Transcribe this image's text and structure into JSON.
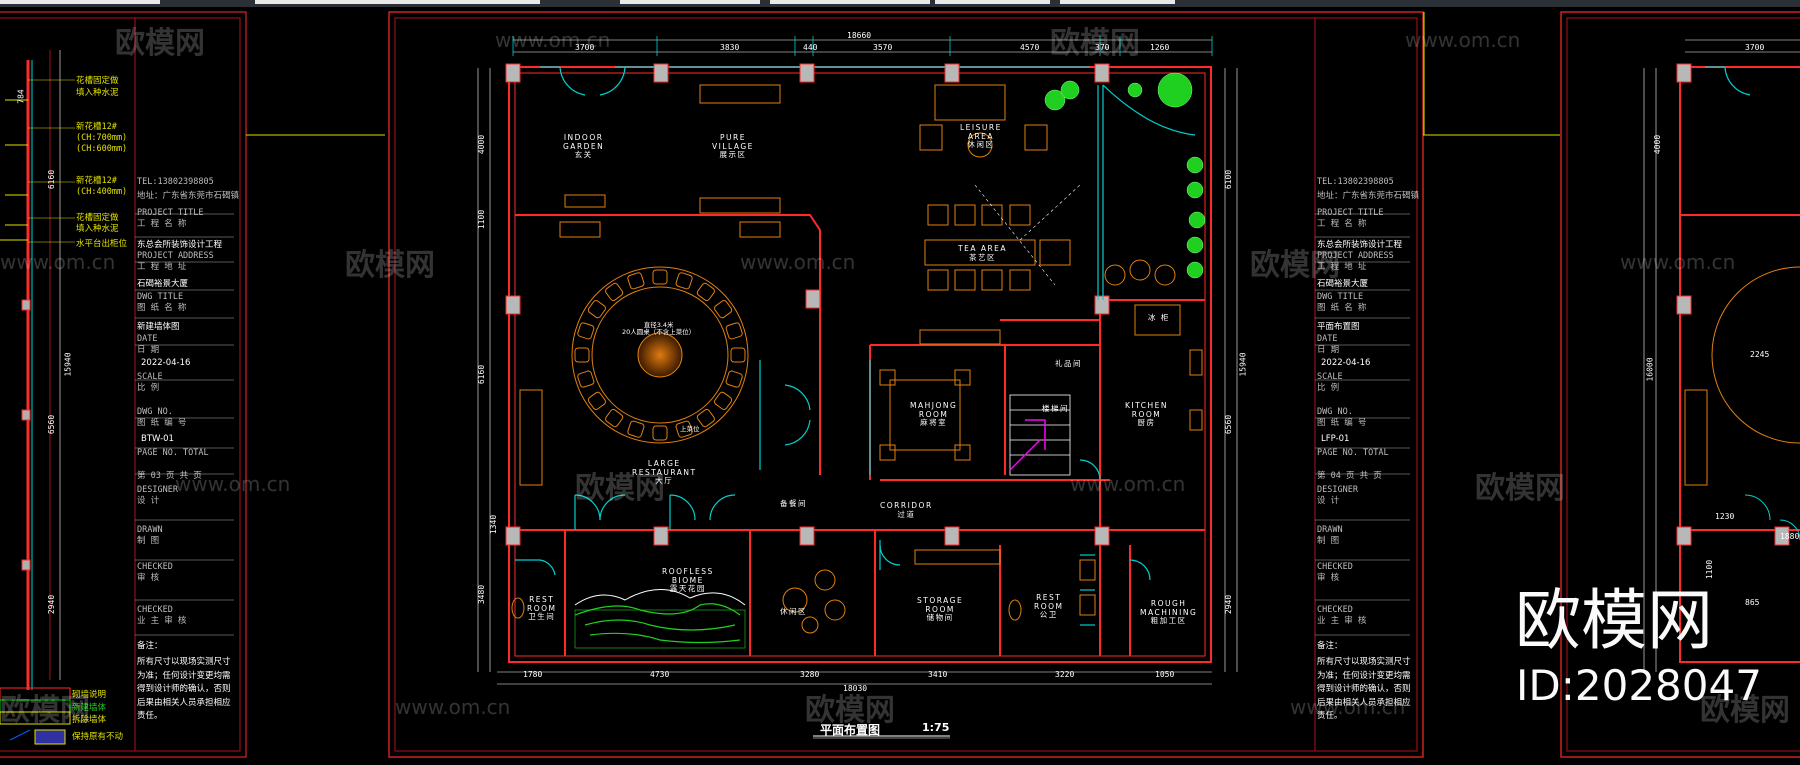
{
  "toolbar": {
    "height_note": ""
  },
  "plan": {
    "title": "平面布置图",
    "scale": "1:75",
    "dims_top": [
      "3700",
      "3830",
      "440",
      "3570",
      "4570",
      "370",
      "1260"
    ],
    "dim_top_total": "18660",
    "dims_bottom": [
      "1780",
      "4730",
      "3280",
      "3410",
      "3220",
      "1050"
    ],
    "dim_bottom_total": "18030",
    "dims_left": [
      "4000",
      "1100",
      "6160",
      "3480",
      "1340"
    ],
    "dims_right": [
      "6100",
      "6560",
      "2940"
    ],
    "dim_right_total": "15940",
    "rooms": {
      "indoor_garden": [
        "INDOOR",
        "GARDEN",
        "玄关"
      ],
      "pure_village": [
        "PURE",
        "VILLAGE",
        "展示区"
      ],
      "leisure_area": [
        "LEISURE",
        "AREA",
        "休闲区"
      ],
      "tea_area": [
        "TEA AREA",
        "茶艺区"
      ],
      "large_restaurant": [
        "LARGE",
        "RESTAURANT",
        "大厅"
      ],
      "mahjong_room": [
        "MAHJONG",
        "ROOM",
        "麻将室"
      ],
      "kitchen_room": [
        "KITCHEN",
        "ROOM",
        "厨房"
      ],
      "corridor": [
        "CORRIDOR",
        "过道"
      ],
      "roofless_biome": [
        "ROOFLESS",
        "BIOME",
        "露天花园"
      ],
      "rest_room_left": [
        "REST",
        "ROOM",
        "卫生间"
      ],
      "storage_room": [
        "STORAGE",
        "ROOM",
        "储物间"
      ],
      "rest_room_right": [
        "REST",
        "ROOM",
        "公卫"
      ],
      "rough_machining": [
        "ROUGH",
        "MACHINING",
        "粗加工区"
      ],
      "gift_room": "礼品间",
      "stair": "楼梯间",
      "fridge": "冰 柜",
      "leisure_small": "休闲区",
      "backup": "备餐间",
      "table_note": "直径3.4米\n20人圆桌（不含上菜位）",
      "table_side": "上菜位"
    }
  },
  "title_block_center": {
    "tel": "TEL:13802398805",
    "addr": "地址：广东省东莞市石碣镇",
    "project_title_en": "PROJECT TITLE",
    "project_title_cn": "工 程 名 称",
    "project_name": "东总会所装饰设计工程",
    "project_address_en": "PROJECT ADDRESS",
    "project_address_cn": "工 程 地 址",
    "address_val": "石碣裕景大厦",
    "dwg_title_en": "DWG TITLE",
    "dwg_title_cn": "图 纸 名 称",
    "dwg_title_val": "平面布置图",
    "date_en": "DATE",
    "date_cn": "日 期",
    "date_val": "2022-04-16",
    "scale_en": "SCALE",
    "scale_cn": "比 例",
    "dwg_no_en": "DWG NO.",
    "dwg_no_cn": "图 纸 编 号",
    "dwg_no_val": "LFP-01",
    "page_no": "PAGE NO.   TOTAL",
    "page_val": "第 04 页   共 页",
    "designer_en": "DESIGNER",
    "designer_cn": "设 计",
    "drawn_en": "DRAWN",
    "drawn_cn": "制 图",
    "checked_en": "CHECKED",
    "checked_cn": "审 核",
    "checked2_cn": "业 主 审 核",
    "notes_title": "备注：",
    "notes": "所有尺寸以现场实测尺寸为准；任何设计变更均需得到设计师的确认，否则后果由相关人员承担相应责任。"
  },
  "title_block_left": {
    "tel": "TEL:13802398805",
    "addr": "地址：广东省东莞市石碣镇",
    "project_title_en": "PROJECT TITLE",
    "project_title_cn": "工 程 名 称",
    "project_name": "东总会所装饰设计工程",
    "project_address_en": "PROJECT ADDRESS",
    "project_address_cn": "工 程 地 址",
    "address_val": "石碣裕景大厦",
    "dwg_title_en": "DWG TITLE",
    "dwg_title_cn": "图 纸 名 称",
    "dwg_title_val": "新建墙体图",
    "date_en": "DATE",
    "date_cn": "日 期",
    "date_val": "2022-04-16",
    "scale_en": "SCALE",
    "scale_cn": "比 例",
    "dwg_no_en": "DWG NO.",
    "dwg_no_cn": "图 纸 编 号",
    "dwg_no_val": "BTW-01",
    "page_no": "PAGE NO.   TOTAL",
    "page_val": "第 03 页   共 页",
    "designer_en": "DESIGNER",
    "designer_cn": "设 计",
    "drawn_en": "DRAWN",
    "drawn_cn": "制 图",
    "checked_en": "CHECKED",
    "checked_cn": "审 核",
    "checked2_cn": "业 主 审 核",
    "notes_title": "备注：",
    "notes": "所有尺寸以现场实测尺寸为准；任何设计变更均需得到设计师的确认，否则后果由相关人员承担相应责任。",
    "legend": [
      "砌墙说明",
      "新建墙体",
      "拆除墙体",
      "保持原有不动"
    ]
  },
  "left_notes": [
    "花槽固定做",
    "填入种水泥",
    "新花槽12#",
    "(CH:700mm)",
    "(CH:600mm)",
    "新花槽12#",
    "(CH:400mm)",
    "花槽固定做",
    "填入种水泥",
    "水平台出柜位"
  ],
  "left_dims": [
    "784",
    "6160",
    "15940",
    "6560",
    "2940"
  ],
  "right_sheet_dims": [
    "3700",
    "4000",
    "16000",
    "1230",
    "1880",
    "1100",
    "865",
    "2245"
  ],
  "watermark": {
    "brand": "欧模网",
    "url": "www.om.cn"
  },
  "stamp": {
    "brand": "欧模网",
    "id": "ID:2028047"
  }
}
